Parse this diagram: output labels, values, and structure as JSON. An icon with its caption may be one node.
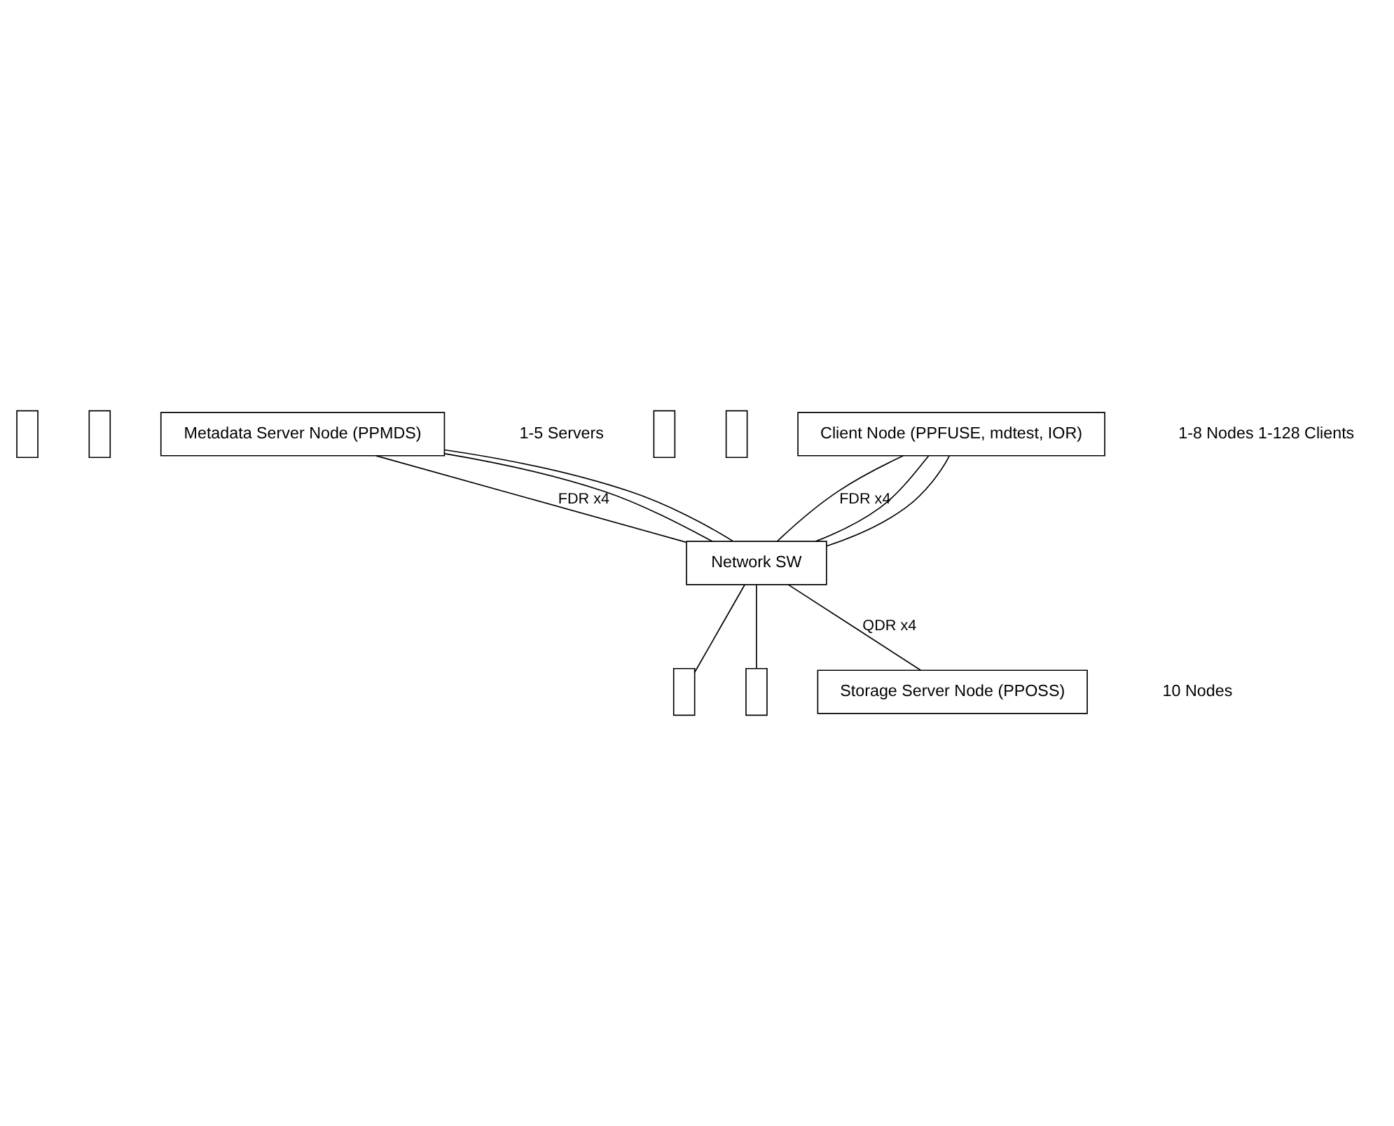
{
  "diagram": {
    "nodes": [
      {
        "text": [],
        "shape": "box"
      },
      {
        "text": [],
        "shape": "box"
      },
      {
        "text": [
          "Metadata Server Node (PPMDS)"
        ]
      },
      {
        "text": [],
        "shape": "box"
      },
      {
        "text": [],
        "shape": "box"
      },
      {
        "text": [
          "Client Node (PPFUSE, mdtest, IOR)"
        ]
      },
      {
        "text": [
          "Network SW"
        ]
      },
      {
        "text": [],
        "shape": "box"
      },
      {
        "text": [],
        "shape": "box"
      },
      {
        "text": [
          "Storage Server Node (PPOSS)"
        ]
      }
    ],
    "edges": [
      {
        "from": 2,
        "to": 6,
        "arrow": "none",
        "label": "FDR x4"
      },
      {
        "from": 2,
        "to": 6,
        "arrow": "none"
      },
      {
        "from": 2,
        "to": 6,
        "arrow": "none"
      },
      {
        "from": 5,
        "to": 6,
        "arrow": "none",
        "label": "FDR x4"
      },
      {
        "from": 5,
        "to": 6,
        "arrow": "none"
      },
      {
        "from": 5,
        "to": 6,
        "arrow": "none"
      },
      {
        "from": 6,
        "to": 7,
        "arrow": "none"
      },
      {
        "from": 6,
        "to": 8,
        "arrow": "none"
      },
      {
        "from": 6,
        "to": 9,
        "arrow": "none",
        "label": "QDR x4"
      }
    ],
    "labels": [
      "1-5 Servers",
      "1-8 Nodes 1-128 Clients",
      "10 Nodes"
    ]
  }
}
